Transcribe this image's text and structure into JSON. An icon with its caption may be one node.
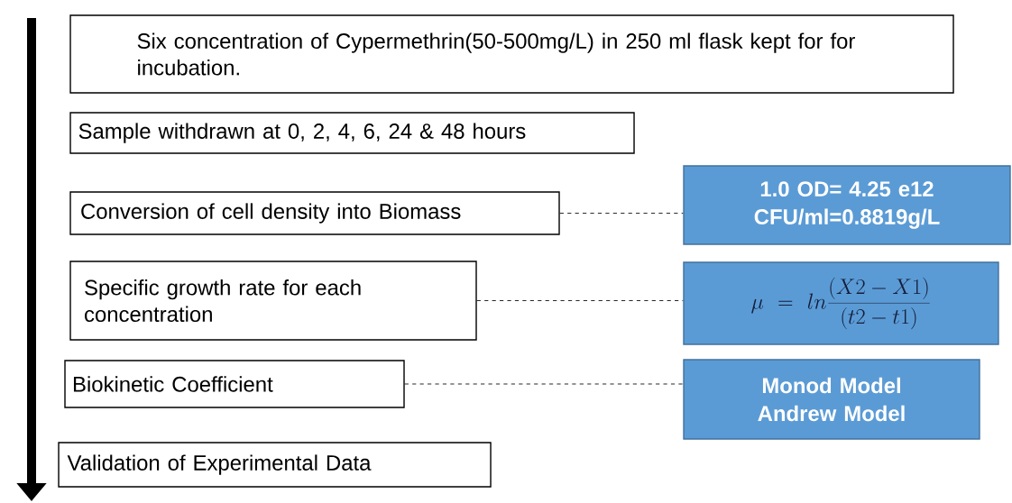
{
  "diagram": {
    "nodes": [
      {
        "text": [
          "Six concentration of Cypermethrin(50-500mg/L) in 250 ml flask kept for for incubation."
        ]
      },
      {
        "text": [
          "Sample withdrawn at 0, 2, 4, 6, 24 & 48 hours"
        ]
      },
      {
        "text": [
          "Conversion of cell density into Biomass"
        ]
      },
      {
        "text": [
          "Specific growth rate for each concentration"
        ]
      },
      {
        "text": [
          "Biokinetic Coefficient"
        ]
      },
      {
        "text": [
          "Validation of Experimental Data"
        ]
      },
      {
        "text": [
          "1.0 OD= 4.25 e12 CFU/ml=0.8819g/L"
        ]
      },
      {
        "text": [
          "\\mu = ln\\frac{(X2-X1)}{(t2-t1)}"
        ]
      },
      {
        "text": [
          "Monod Model Andrew Model"
        ]
      }
    ],
    "edges": [
      {
        "from": 2,
        "to": 6,
        "arrow": "none",
        "style": "dashed"
      },
      {
        "from": 3,
        "to": 7,
        "arrow": "none",
        "style": "dashed"
      },
      {
        "from": 4,
        "to": 8,
        "arrow": "none",
        "style": "dashed"
      }
    ]
  }
}
